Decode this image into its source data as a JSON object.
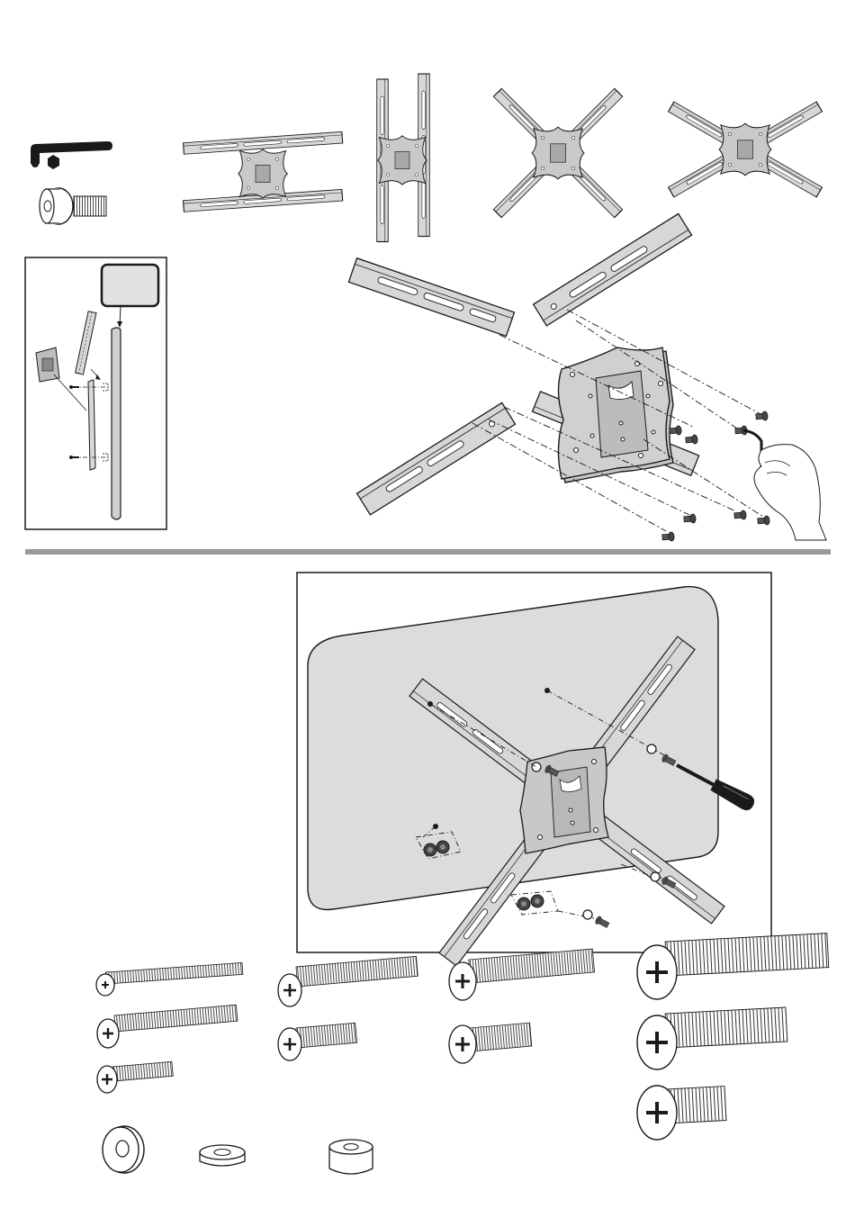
{
  "page": {
    "background": "#ffffff",
    "line_color": "#1a1a1a",
    "metal_fill": "#d7d7d7",
    "metal_dark": "#a8a8a8",
    "tv_fill": "#dcdcdc",
    "divider_color": "#9a9a9a"
  },
  "tools": [
    {
      "name": "allen-key-icon"
    },
    {
      "name": "spacer-bolt-icon"
    }
  ],
  "configurations": [
    {
      "name": "config-horizontal-arms"
    },
    {
      "name": "config-vertical-arms"
    },
    {
      "name": "config-x-narrow"
    },
    {
      "name": "config-x-wide"
    }
  ],
  "hardware": {
    "screw_columns": 4,
    "washers": [
      "flat-washer-icon",
      "short-spacer-icon",
      "tall-spacer-icon"
    ]
  }
}
